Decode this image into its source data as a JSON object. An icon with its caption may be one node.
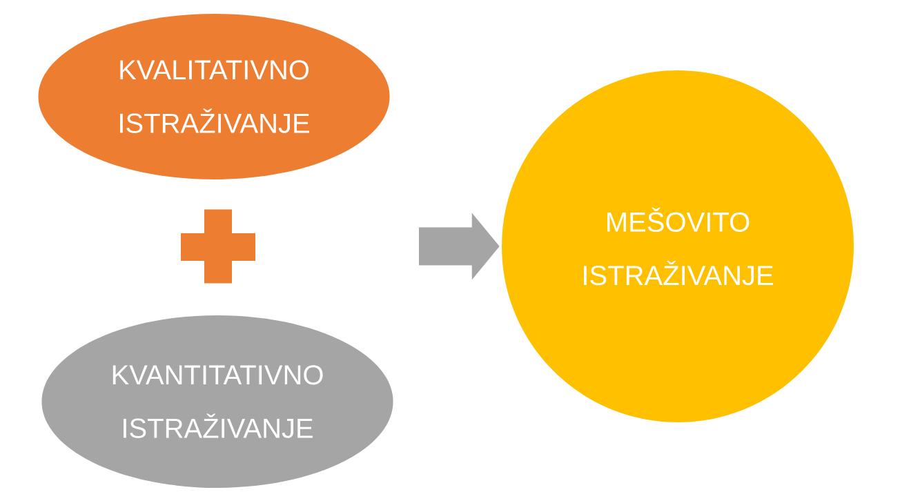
{
  "diagram": {
    "nodes": [
      {
        "text": [
          "KVALITATIVNO ISTRAŽIVANJE"
        ]
      },
      {
        "text": [],
        "shape": "cross"
      },
      {
        "text": [
          "KVANTITATIVNO ISTRAŽIVANJE"
        ]
      },
      {
        "text": [
          "MEŠOVITO ISTRAŽIVANJE"
        ]
      }
    ],
    "edges": [
      {
        "from": null,
        "to": 3,
        "arrow": "to"
      }
    ]
  }
}
